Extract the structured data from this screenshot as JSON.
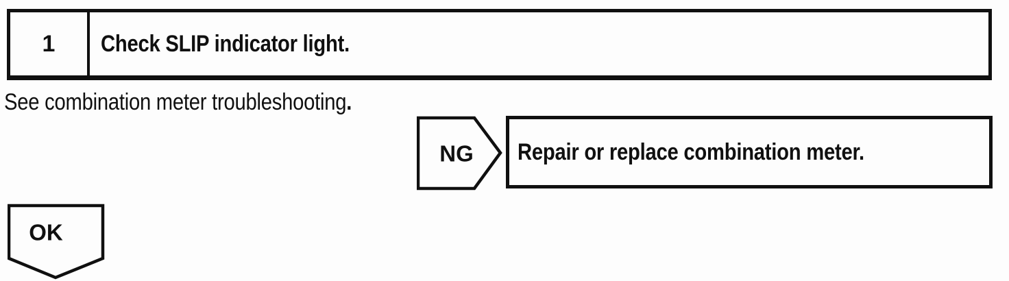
{
  "document": {
    "background": "#fdfdfd",
    "ink": "#101010"
  },
  "step_header": {
    "number": "1",
    "title": "Check SLIP indicator light."
  },
  "instruction": {
    "text": "See combination meter troubleshooting",
    "period": "."
  },
  "ng_branch": {
    "label": "NG",
    "action": "Repair or replace combination meter."
  },
  "ok_branch": {
    "label": "OK"
  }
}
